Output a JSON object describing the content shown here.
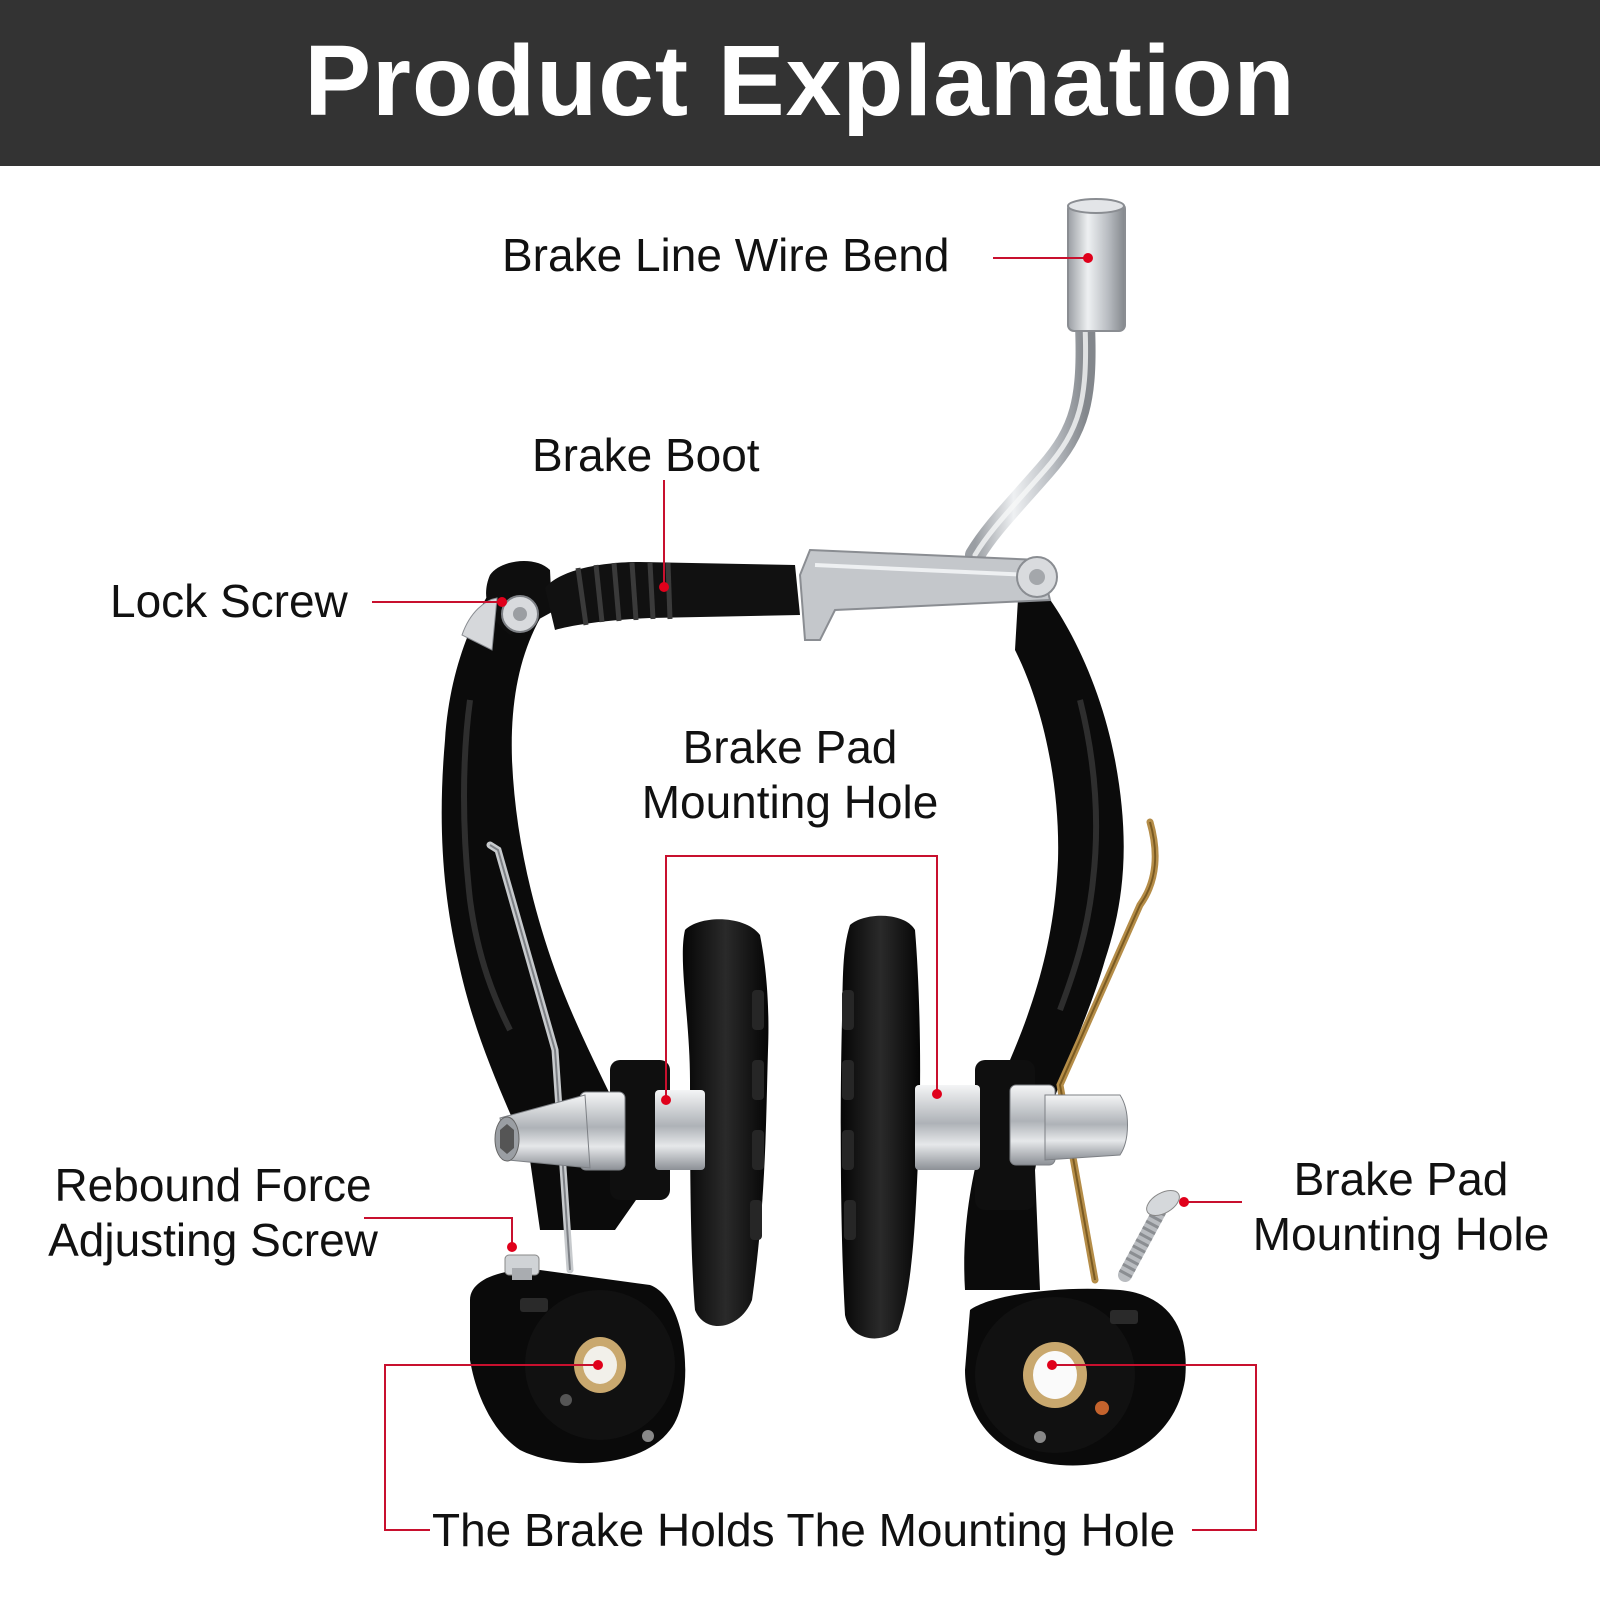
{
  "header": {
    "title": "Product Explanation",
    "bg_color": "#333333",
    "text_color": "#ffffff"
  },
  "colors": {
    "leader_line": "#c8102e",
    "leader_dot": "#e0001b",
    "caliper_body": "#0c0c0c",
    "metal": "#c9ccd0"
  },
  "labels": {
    "wire_bend": "Brake Line Wire Bend",
    "brake_boot": "Brake Boot",
    "lock_screw": "Lock Screw",
    "pad_hole_center_line1": "Brake Pad",
    "pad_hole_center_line2": "Mounting Hole",
    "rebound_line1": "Rebound Force",
    "rebound_line2": "Adjusting Screw",
    "pad_hole_right_line1": "Brake Pad",
    "pad_hole_right_line2": "Mounting Hole",
    "holds_mounting_hole": "The Brake Holds The Mounting Hole"
  }
}
